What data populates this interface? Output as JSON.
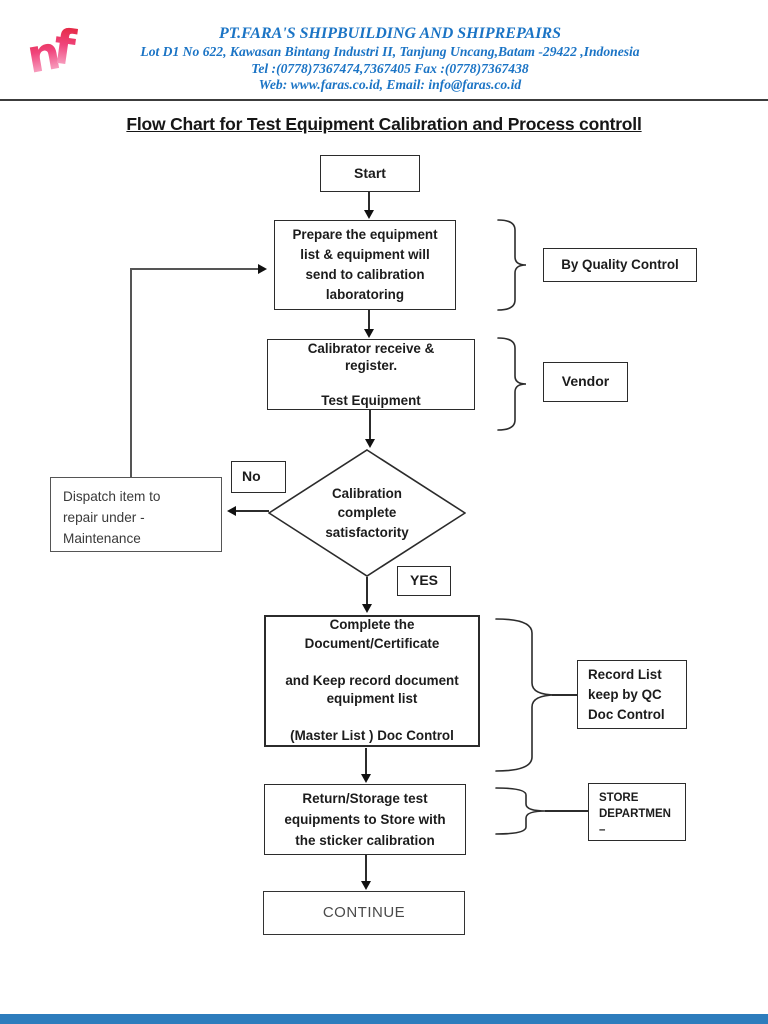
{
  "header": {
    "logo_monogram": "nf",
    "company": "PT.FARA'S SHIPBUILDING AND SHIPREPAIRS",
    "address": "Lot D1 No 622, Kawasan Bintang Industri II, Tanjung Uncang,Batam -29422 ,Indonesia",
    "telfax": "Tel :(0778)7367474,7367405 Fax :(0778)7367438",
    "web_email": "Web: www.faras.co.id, Email: info@faras.co.id"
  },
  "title": "Flow Chart for Test Equipment Calibration and Process controll",
  "flow": {
    "start": "Start",
    "prepare": "Prepare the equipment\nlist & equipment will\nsend to calibration\nlaboratoring",
    "by_quality_control": "By Quality Control",
    "calibrator": "Calibrator receive  &\nregister.\n\nTest Equipment",
    "vendor": "Vendor",
    "no_label": "No",
    "decision": "Calibration\ncomplete\nsatisfactority",
    "dispatch": "Dispatch item to\nrepair under -\nMaintenance",
    "yes_label": "YES",
    "complete": "Complete the\nDocument/Certificate\n\nand Keep record document\nequipment list\n\n(Master List ) Doc Control",
    "record_list": "Record List\nkeep by QC\nDoc Control",
    "return_storage": "Return/Storage test\nequipments to  Store with\nthe sticker calibration",
    "store_department": "STORE\nDEPARTMEN\n–",
    "continue_label": "CONTINUE"
  },
  "colors": {
    "header_text": "#1b74c5",
    "line": "#2c2c2c",
    "footer_bar": "#2d7dbd",
    "logo_gradient_top": "#e01f2f",
    "logo_gradient_mid": "#f0447c",
    "logo_gradient_bottom": "#fbd0e4"
  }
}
